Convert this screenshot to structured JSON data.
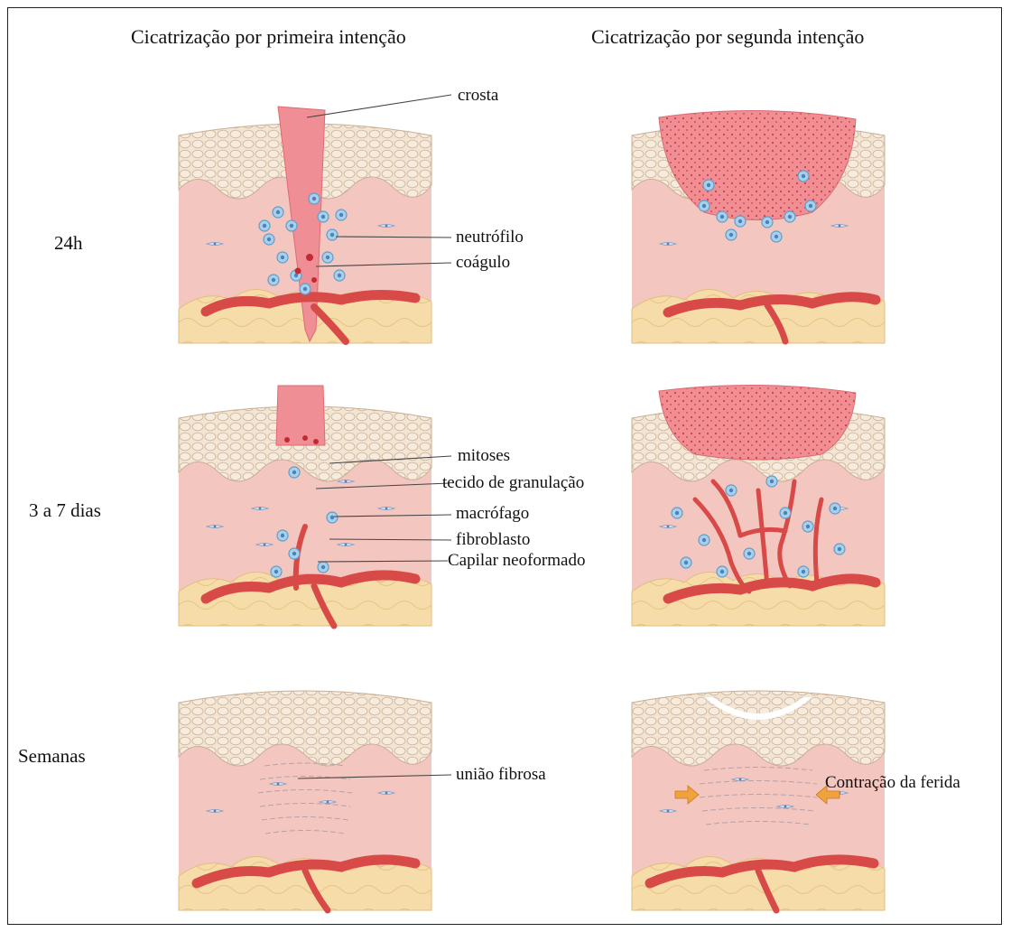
{
  "columns": {
    "first_intention": "Cicatrização por primeira intenção",
    "second_intention": "Cicatrização por segunda intenção"
  },
  "rows": {
    "r24h": "24h",
    "r3a7": "3 a 7 dias",
    "semanas": "Semanas"
  },
  "labels": {
    "crosta": "crosta",
    "neutrofilo": "neutrófilo",
    "coagulo": "coágulo",
    "mitoses": "mitoses",
    "tecido_granulacao": "tecido de granulação",
    "macrofago": "macrófago",
    "fibroblasto": "fibroblasto",
    "capilar": "Capilar neoformado",
    "uniao_fibrosa": "união fibrosa",
    "contracao": "Contração da ferida"
  },
  "colors": {
    "epidermis": "#f3e2cf",
    "dermis": "#f3c5bf",
    "fat": "#f6dba8",
    "scab": "#ee8e93",
    "vessel": "#d84a48",
    "cell": "#9fc9e6",
    "arrow": "#f0a23c"
  }
}
